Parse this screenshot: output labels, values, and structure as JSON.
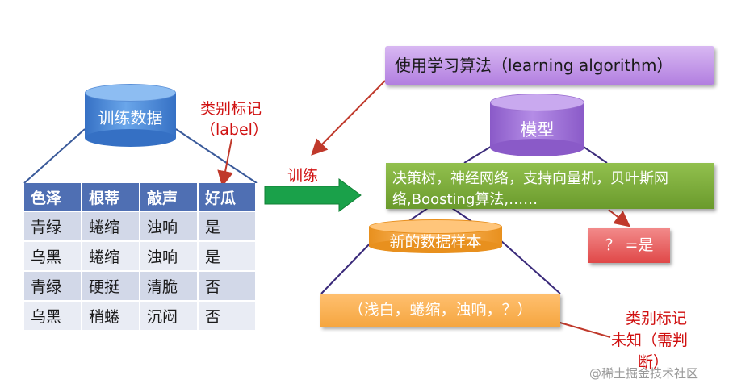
{
  "training_data": {
    "label": "训练数据"
  },
  "class_label": {
    "line1": "类别标记",
    "line2": "（label）"
  },
  "table": {
    "headers": [
      "色泽",
      "根蒂",
      "敲声",
      "好瓜"
    ],
    "rows": [
      [
        "青绿",
        "蜷缩",
        "浊响",
        "是"
      ],
      [
        "乌黑",
        "蜷缩",
        "浊响",
        "是"
      ],
      [
        "青绿",
        "硬挺",
        "清脆",
        "否"
      ],
      [
        "乌黑",
        "稍蜷",
        "沉闷",
        "否"
      ]
    ]
  },
  "training_arrow_label": "训练",
  "algorithm_box": {
    "text": "使用学习算法（learning algorithm）"
  },
  "model": {
    "label": "模型"
  },
  "algorithms_box": {
    "line1": "决策树，神经网络，支持向量机，贝叶斯网",
    "line2": "络,Boosting算法,……"
  },
  "new_sample": {
    "label": "新的数据样本"
  },
  "sample_box": {
    "text": "（浅白，蜷缩，浊响，？）"
  },
  "result_box": {
    "text": "？ =是"
  },
  "unknown_label": {
    "line1": "类别标记",
    "line2": "未知（需判",
    "line3": "断）"
  },
  "watermark": "@稀土掘金技术社区",
  "colors": {
    "table_header": "#4f6fb3",
    "cylinder_blue": "#4a86d6",
    "cylinder_purple": "#9b6fd0",
    "cylinder_orange": "#f5a640",
    "green_box": "#7aab3a",
    "red_box": "#e25555",
    "accent_red": "#d01010",
    "arrow_green": "#1aa14a"
  }
}
